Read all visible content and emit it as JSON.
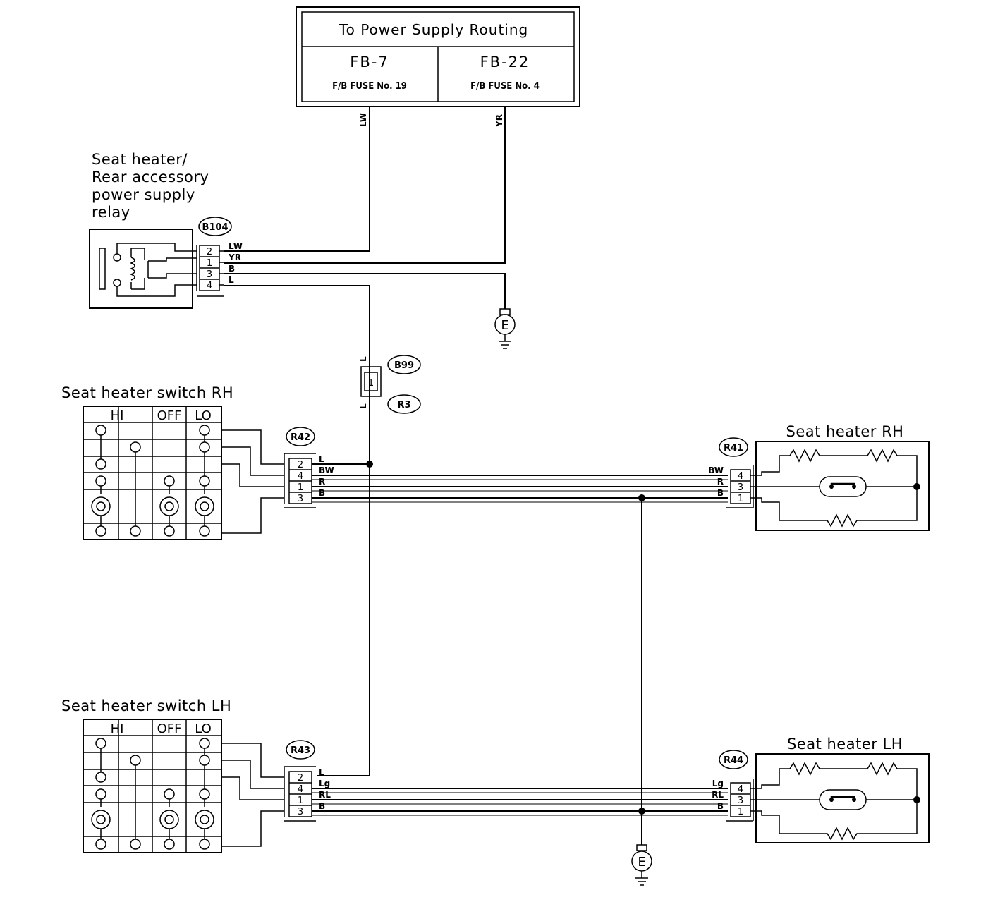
{
  "power_supply": {
    "title": "To Power Supply Routing",
    "left": {
      "id": "FB-7",
      "fuse": "F/B FUSE No. 19"
    },
    "right": {
      "id": "FB-22",
      "fuse": "F/B FUSE No. 4"
    }
  },
  "relay": {
    "title_lines": [
      "Seat heater/",
      "Rear accessory",
      "power supply",
      "relay"
    ],
    "connector": "B104",
    "pins": [
      "2",
      "1",
      "3",
      "4"
    ],
    "wires": [
      "LW",
      "YR",
      "B",
      "L"
    ]
  },
  "trunk_wires": {
    "lw": "LW",
    "yr": "YR"
  },
  "ground_symbol": "E",
  "joint": {
    "top": "B99",
    "bottom": "R3",
    "pin": "1",
    "wire": "L"
  },
  "switch_rh": {
    "title": "Seat heater switch RH",
    "headers": [
      "HI",
      "OFF",
      "LO"
    ],
    "connector": "R42",
    "pins": [
      "2",
      "4",
      "1",
      "3"
    ],
    "wires": [
      "L",
      "BW",
      "R",
      "B"
    ]
  },
  "heater_rh": {
    "title": "Seat heater RH",
    "connector": "R41",
    "pins": [
      "4",
      "3",
      "1"
    ],
    "wires": [
      "BW",
      "R",
      "B"
    ]
  },
  "switch_lh": {
    "title": "Seat heater switch LH",
    "headers": [
      "HI",
      "OFF",
      "LO"
    ],
    "connector": "R43",
    "pins": [
      "2",
      "4",
      "1",
      "3"
    ],
    "wires": [
      "L",
      "Lg",
      "RL",
      "B"
    ]
  },
  "heater_lh": {
    "title": "Seat heater LH",
    "connector": "R44",
    "pins": [
      "4",
      "3",
      "1"
    ],
    "wires": [
      "Lg",
      "RL",
      "B"
    ]
  }
}
